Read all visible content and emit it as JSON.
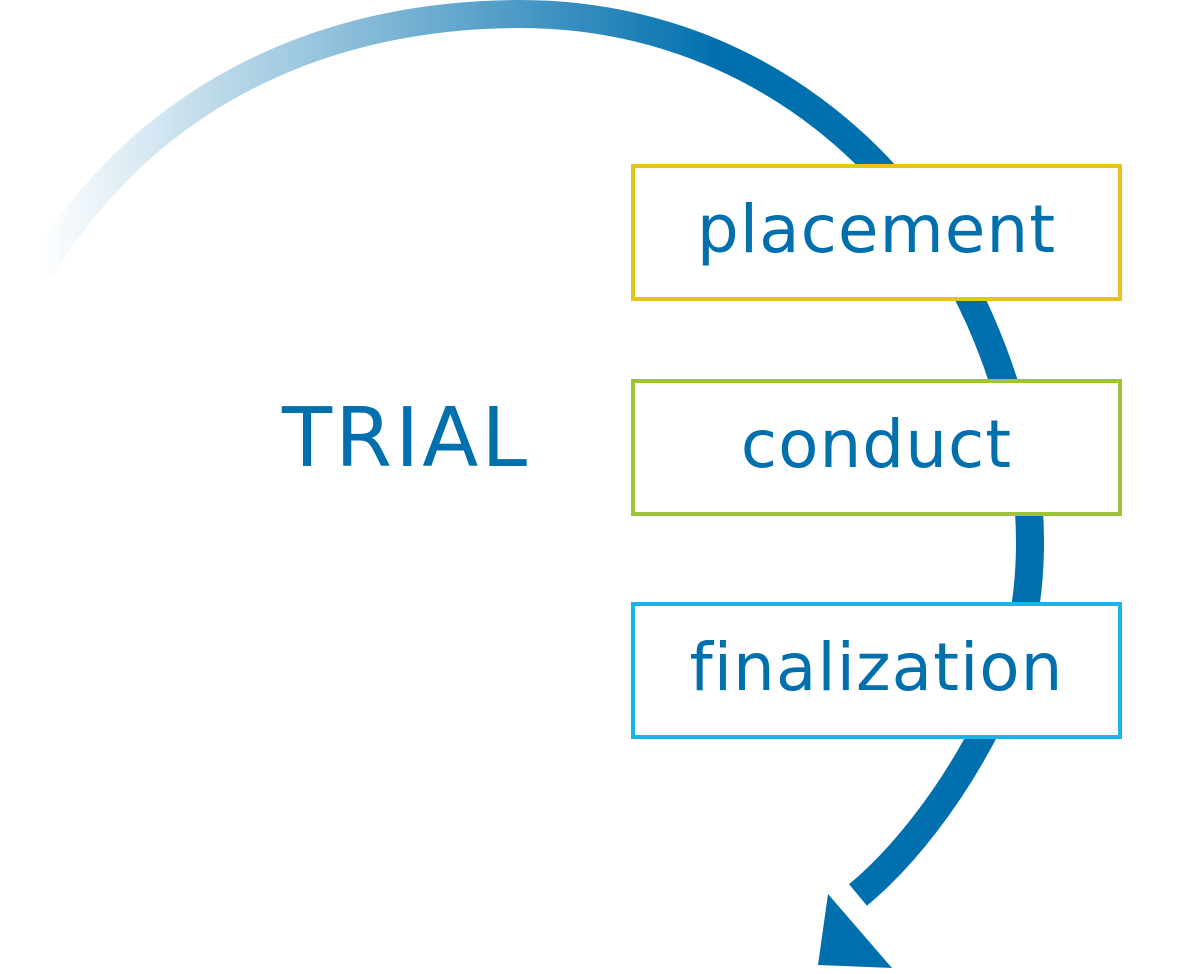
{
  "title": "TRIAL",
  "colors": {
    "text": "#006fae",
    "arrow": "#006fae"
  },
  "stages": [
    {
      "label": "placement",
      "border_color": "#e8c31a"
    },
    {
      "label": "conduct",
      "border_color": "#9dc33b"
    },
    {
      "label": "finalization",
      "border_color": "#1ab4e8"
    }
  ]
}
